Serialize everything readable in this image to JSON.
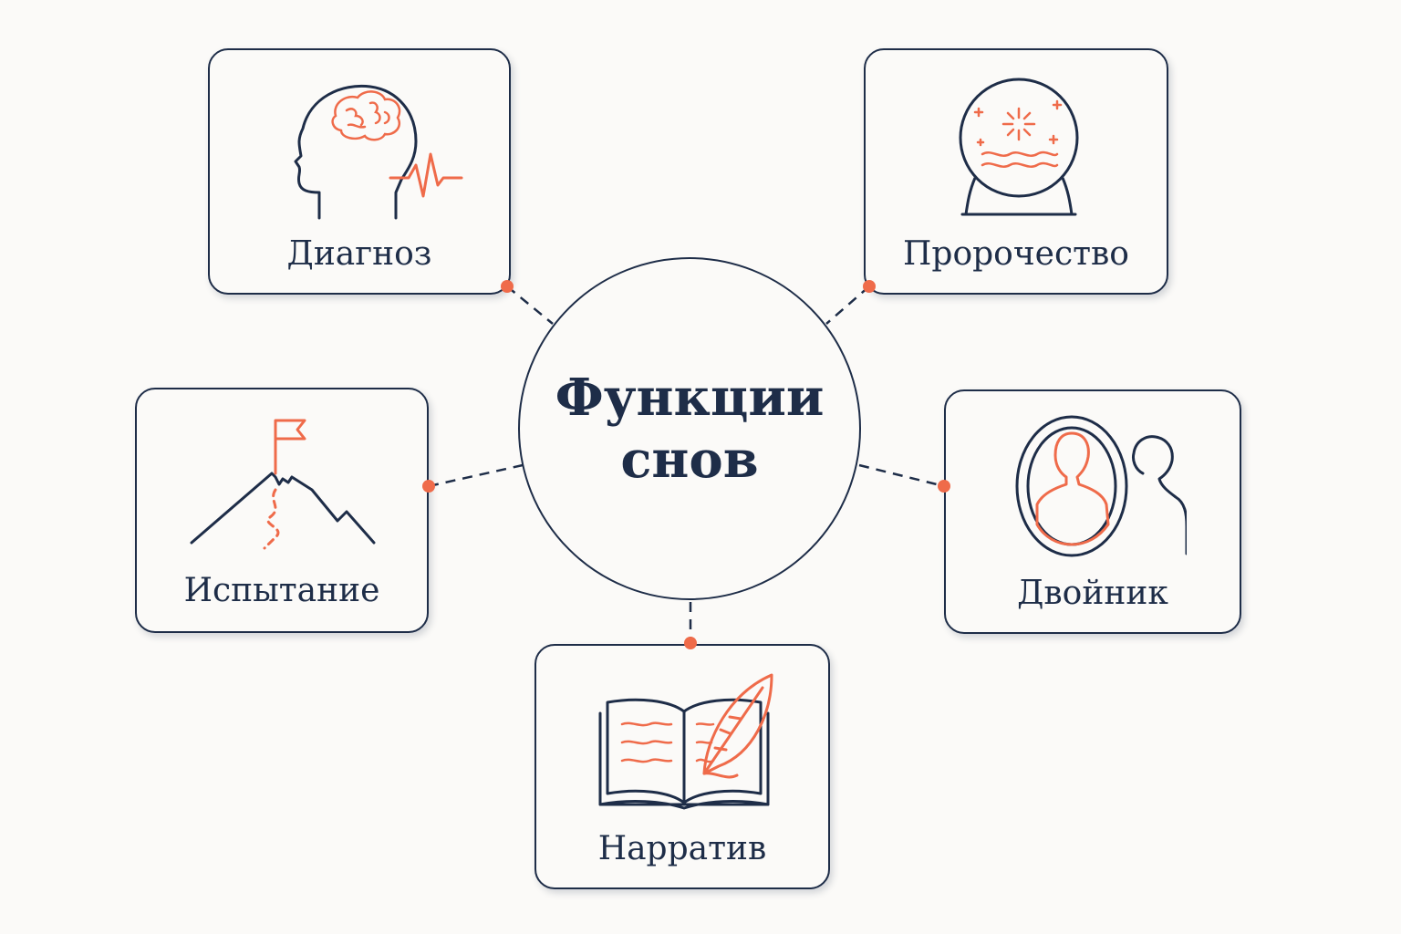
{
  "center": {
    "title_line1": "Функции",
    "title_line2": "снов"
  },
  "nodes": {
    "diagnosis": {
      "label": "Диагноз",
      "icon": "head-brain-pulse-icon"
    },
    "prophecy": {
      "label": "Пророчество",
      "icon": "crystal-ball-icon"
    },
    "trial": {
      "label": "Испытание",
      "icon": "mountain-flag-icon"
    },
    "double": {
      "label": "Двойник",
      "icon": "mirror-silhouette-icon"
    },
    "narrative": {
      "label": "Нарратив",
      "icon": "book-quill-icon"
    }
  },
  "colors": {
    "ink": "#1e2d48",
    "accent": "#ef6b4a",
    "background": "#fbfaf8"
  }
}
